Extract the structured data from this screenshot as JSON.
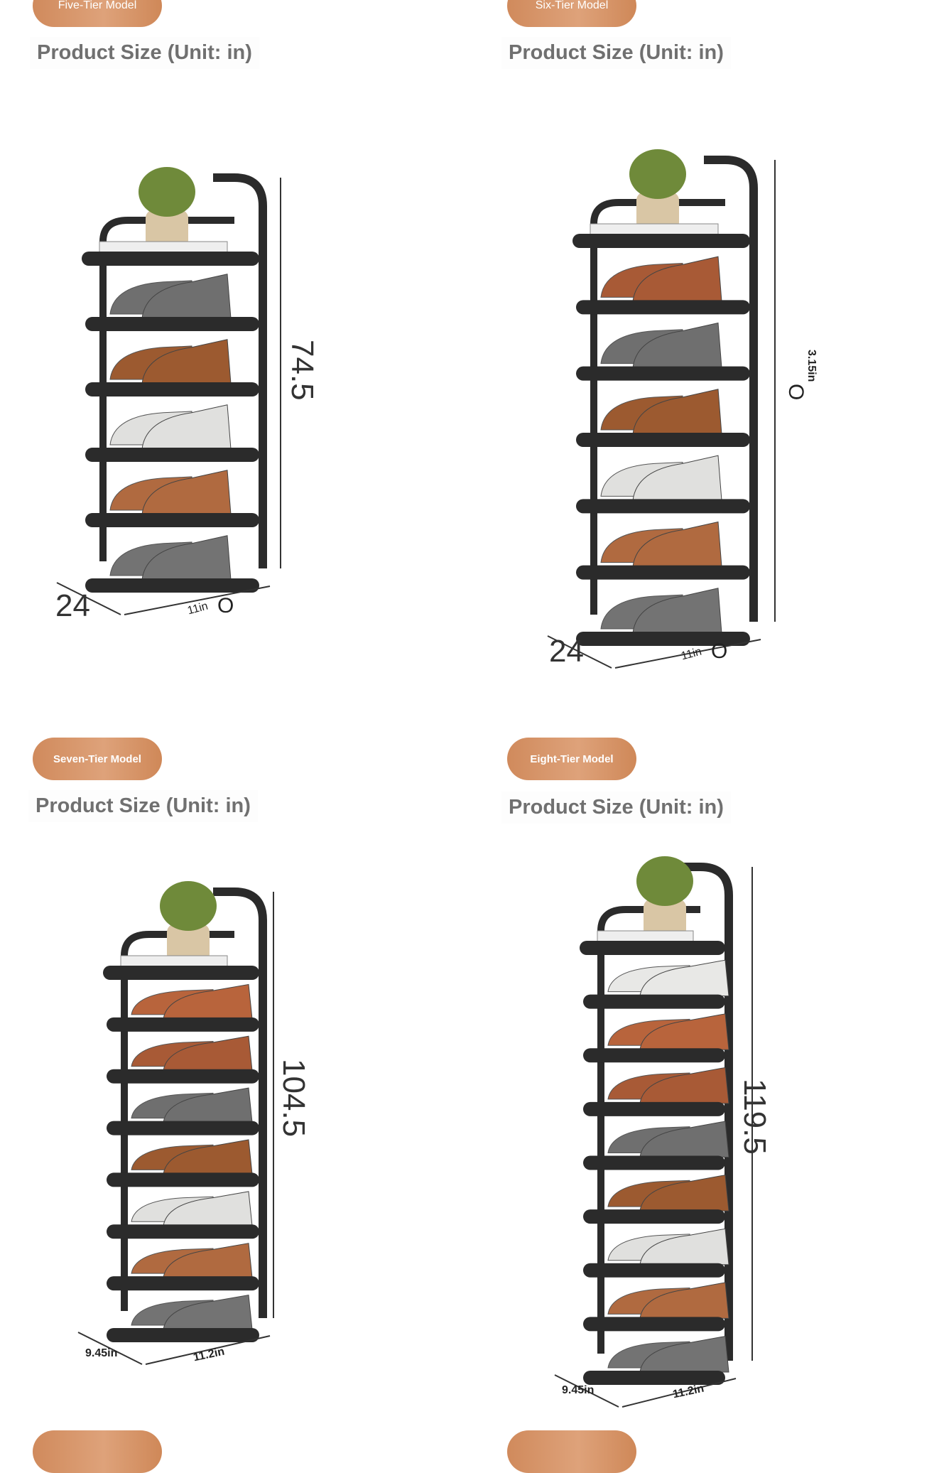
{
  "panels": [
    {
      "model": "Five-Tier Model",
      "title": "Product Size (Unit: in)",
      "tiers": 5,
      "height_label": "74.5",
      "depth_label": "24",
      "width_label": "11in",
      "width_mark": "O"
    },
    {
      "model": "Six-Tier Model",
      "title": "Product Size (Unit: in)",
      "tiers": 6,
      "height_label": "3.15in",
      "height_mark": "O",
      "depth_label": "24",
      "width_label": "11in",
      "width_mark": "O"
    },
    {
      "model": "Seven-Tier Model",
      "title": "Product Size (Unit: in)",
      "tiers": 7,
      "height_label": "104.5",
      "depth_label": "9.45in",
      "width_label": "11.2in"
    },
    {
      "model": "Eight-Tier Model",
      "title": "Product Size (Unit: in)",
      "tiers": 8,
      "height_label": "119.5",
      "depth_label": "9.45in",
      "width_label": "11.2in"
    }
  ],
  "colors": {
    "badge": "#d4916a",
    "title": "#707070",
    "frame": "#2b2b2b"
  }
}
